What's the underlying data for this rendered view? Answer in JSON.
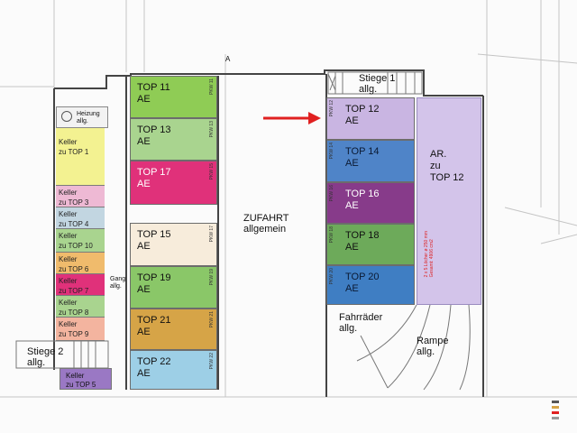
{
  "top_units_left": [
    {
      "label": "TOP 11\nAE",
      "pkw": "PKW 11",
      "color": "#8fcc55"
    },
    {
      "label": "TOP 13\nAE",
      "pkw": "PKW 13",
      "color": "#a9d48f"
    },
    {
      "label": "TOP 17\nAE",
      "pkw": "PKW 15",
      "color": "#e0317a"
    },
    {
      "label": "TOP 15\nAE",
      "pkw": "PKW 17",
      "color": "#f7ecdb"
    },
    {
      "label": "TOP 19\nAE",
      "pkw": "PKW 19",
      "color": "#8ac768"
    },
    {
      "label": "TOP 21\nAE",
      "pkw": "PKW 21",
      "color": "#d6a447"
    },
    {
      "label": "TOP 22\nAE",
      "pkw": "PKW 22",
      "color": "#9dcfe6"
    }
  ],
  "top_units_right": [
    {
      "label": "TOP 12\nAE",
      "pkw": "PKW 12",
      "color": "#c9b5e2"
    },
    {
      "label": "TOP 14\nAE",
      "pkw": "PKW 14",
      "color": "#4f84c8"
    },
    {
      "label": "TOP 16\nAE",
      "pkw": "PKW 16",
      "color": "#873b8a"
    },
    {
      "label": "TOP 18\nAE",
      "pkw": "PKW 18",
      "color": "#6daa5a"
    },
    {
      "label": "TOP 20\nAE",
      "pkw": "PKW 20",
      "color": "#3f7ec3"
    }
  ],
  "keller": [
    {
      "label": "Keller\nzu TOP 1",
      "color": "#f3f291"
    },
    {
      "label": "Keller\nzu TOP 3",
      "color": "#eeb9d4"
    },
    {
      "label": "Keller\nzu TOP 4",
      "color": "#c2d6e1"
    },
    {
      "label": "Keller\nzu TOP 10",
      "color": "#a9d48f"
    },
    {
      "label": "Keller\nzu TOP 6",
      "color": "#f0bb6c"
    },
    {
      "label": "Keller\nzu TOP 7",
      "color": "#e0317a"
    },
    {
      "label": "Keller\nzu TOP 8",
      "color": "#a9d48f"
    },
    {
      "label": "Keller\nzu TOP 9",
      "color": "#f3b49f"
    }
  ],
  "keller_top5": {
    "label": "Keller\nzu TOP 5",
    "color": "#9a78c4"
  },
  "heizung": "Heizung\nallg.",
  "gang": "Gang\nallg.",
  "stiege1": "Stiege 1\nallg.",
  "stiege2": "Stiege 2\nallg.",
  "zufahrt": "ZUFAHRT\nallgemein",
  "ar": {
    "label": "AR.\nzu\nTOP 12",
    "color": "#d3c4ea"
  },
  "fahrraeder": "Fahrräder\nallg.",
  "rampe": "Rampe\nallg.",
  "vent_note": "2 x 5 Löcher ø 250 mm\nGesamt: 4906 cm2",
  "axis_mark": "A",
  "arrow_color": "#e02020"
}
